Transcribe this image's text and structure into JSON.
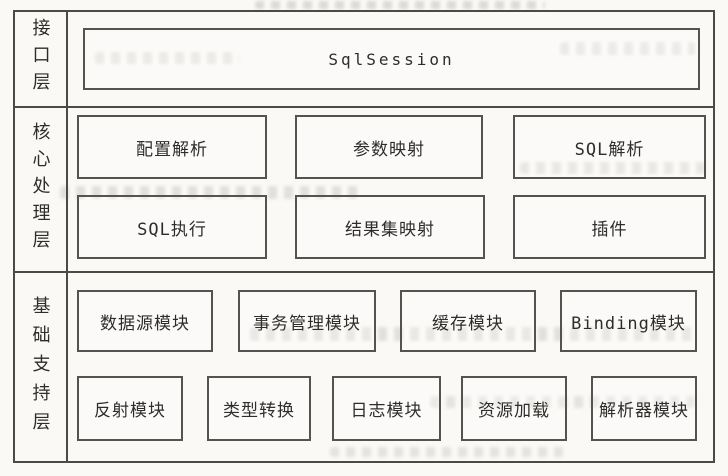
{
  "diagram": {
    "layers": [
      {
        "id": "interface-layer",
        "label": "接口层",
        "rows": [
          [
            "SqlSession"
          ]
        ]
      },
      {
        "id": "core-processing-layer",
        "label": "核心处理层",
        "rows": [
          [
            "配置解析",
            "参数映射",
            "SQL解析"
          ],
          [
            "SQL执行",
            "结果集映射",
            "插件"
          ]
        ]
      },
      {
        "id": "basic-support-layer",
        "label": "基础支持层",
        "rows": [
          [
            "数据源模块",
            "事务管理模块",
            "缓存模块",
            "Binding模块"
          ],
          [
            "反射模块",
            "类型转换",
            "日志模块",
            "资源加载",
            "解析器模块"
          ]
        ]
      }
    ],
    "colors": {
      "line": "#4a4a48",
      "text": "#2e2d2b",
      "paper": "#faf9f6"
    }
  }
}
